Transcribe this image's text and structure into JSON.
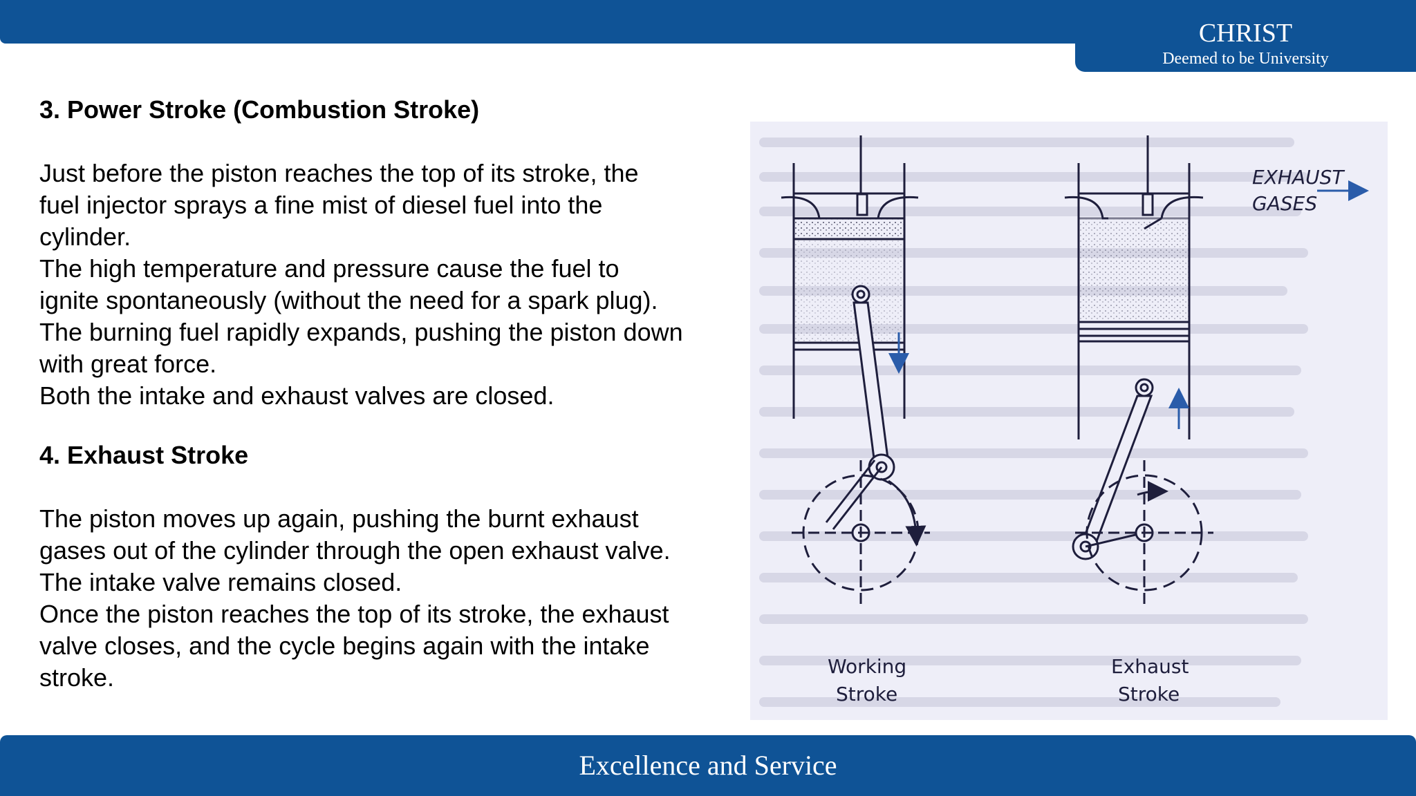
{
  "header": {
    "logo_name": "CHRIST",
    "logo_subtitle": "Deemed to be University",
    "bar_color": "#0f5396"
  },
  "content": {
    "section3": {
      "heading": "3. Power Stroke (Combustion Stroke)",
      "lines": [
        "Just before the piston reaches the top of its stroke, the",
        "fuel injector sprays a fine mist of diesel fuel into the",
        "cylinder.",
        "The high temperature and pressure cause the fuel to",
        "ignite spontaneously (without the need for a spark plug).",
        "The burning fuel rapidly expands, pushing the piston down",
        "with great force.",
        "Both the intake and exhaust valves are closed."
      ]
    },
    "section4": {
      "heading": "4. Exhaust Stroke",
      "lines": [
        "The piston moves up again, pushing the burnt exhaust",
        "gases out of the cylinder through the open exhaust valve.",
        "The intake valve remains closed.",
        "Once the piston reaches the top of its stroke, the exhaust",
        "valve closes, and the cycle begins again with the intake",
        "stroke."
      ]
    }
  },
  "figure": {
    "exhaust_label_line1": "EXHAUST",
    "exhaust_label_line2": "GASES",
    "left_caption_line1": "Working",
    "left_caption_line2": "Stroke",
    "right_caption_line1": "Exhaust",
    "right_caption_line2": "Stroke",
    "diagram_stroke_color": "#1e1e3c",
    "arrow_color": "#2a5caa"
  },
  "footer": {
    "tagline": "Excellence and Service"
  }
}
